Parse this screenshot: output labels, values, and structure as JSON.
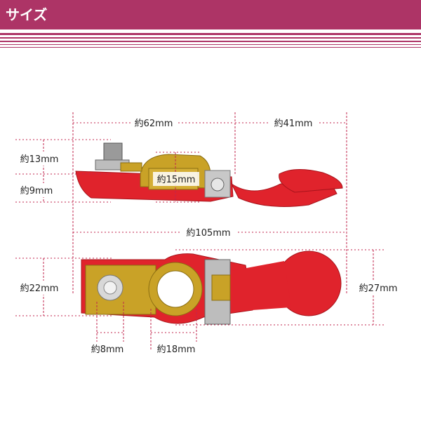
{
  "header": {
    "title": "サイズ"
  },
  "colors": {
    "header": "#ad3466",
    "dim_line": "#c0264e",
    "cap_red": "#e0232c",
    "brass": "#c9a227"
  },
  "dimensions": {
    "top_len_a": "約62mm",
    "top_len_b": "約41mm",
    "total_len": "約105mm",
    "h_bolt": "約13mm",
    "h_base": "約9mm",
    "clamp_h": "約15mm",
    "width_left": "約22mm",
    "width_right": "約27mm",
    "bolt_dia": "約8mm",
    "ring_dia": "約18mm"
  }
}
